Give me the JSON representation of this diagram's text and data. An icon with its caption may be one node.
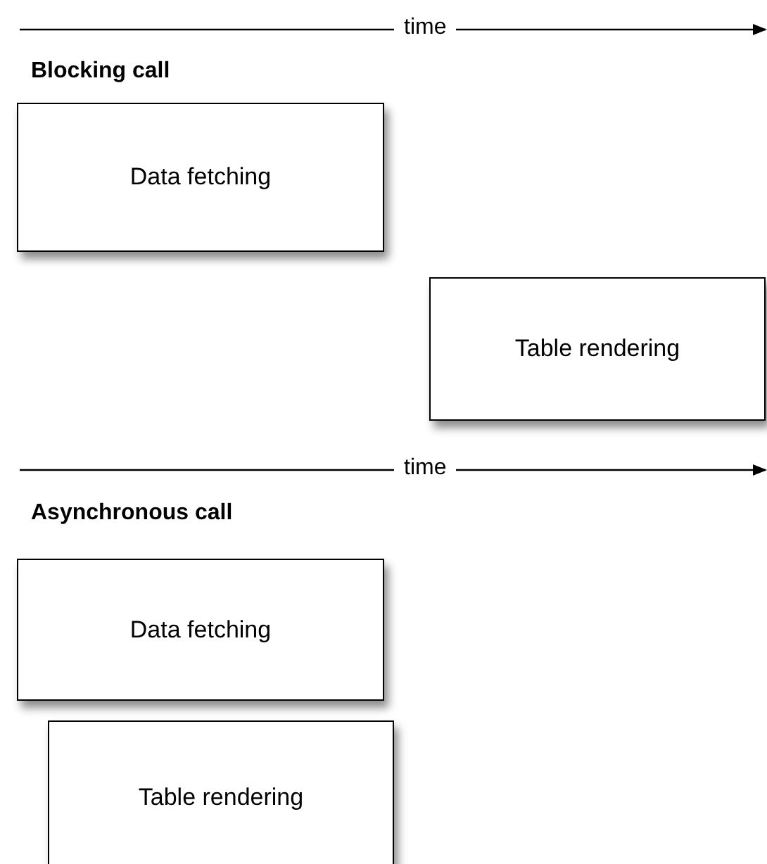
{
  "diagram": {
    "nodes": [
      {
        "text": [
          "Data fetching"
        ]
      },
      {
        "text": [
          "Table rendering"
        ]
      },
      {
        "text": [
          "Data fetching"
        ]
      },
      {
        "text": [
          "Table rendering"
        ]
      }
    ],
    "labels": [
      "time",
      "Blocking call",
      "time",
      "Asynchronous call"
    ]
  }
}
